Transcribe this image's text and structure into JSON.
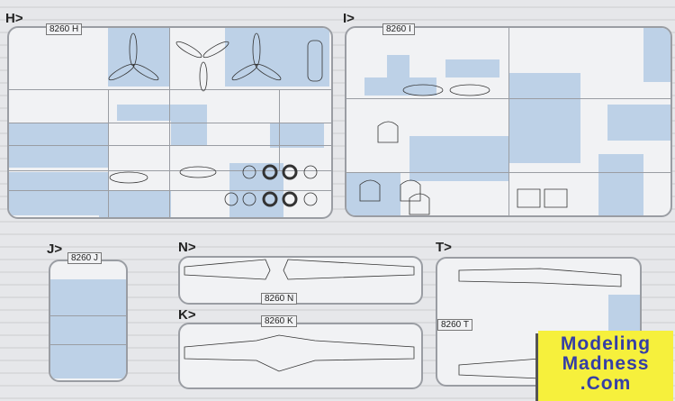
{
  "sprues": {
    "h": {
      "letter": "H>",
      "code": "8260 H"
    },
    "i": {
      "letter": "I>",
      "code": "8260 I"
    },
    "j": {
      "letter": "J>",
      "code": "8260 J"
    },
    "n": {
      "letter": "N>",
      "code": "8260 N"
    },
    "k": {
      "letter": "K>",
      "code": "8260 K"
    },
    "t": {
      "letter": "T>",
      "code": "8260 T"
    }
  },
  "logo": {
    "line1": "Modeling",
    "line2": "Madness",
    "line3": ".Com"
  },
  "colors": {
    "highlight": "#bdd1e7",
    "frame": "#9a9da3",
    "logo_bg": "#f6f03c",
    "logo_text": "#353ea6"
  }
}
